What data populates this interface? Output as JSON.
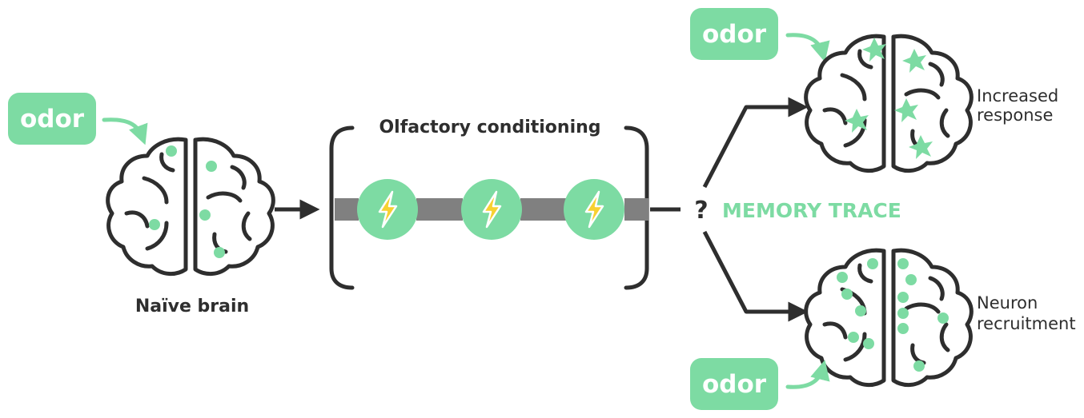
{
  "labels": {
    "odor_left": "odor",
    "odor_top": "odor",
    "odor_bottom": "odor",
    "naive_brain": "Naïve brain",
    "conditioning_title": "Olfactory conditioning",
    "question_mark": "?",
    "memory_trace": "MEMORY TRACE",
    "outcome_top_line1": "Increased",
    "outcome_top_line2": "response",
    "outcome_bottom_line1": "Neuron",
    "outcome_bottom_line2": "recruitment"
  },
  "icons": {
    "shock": "lightning-bolt-icon",
    "brain": "brain-icon",
    "active_neuron": "star-icon",
    "neuron": "dot-icon"
  },
  "colors": {
    "accent_green": "#7ddba3",
    "outline": "#2e2e2e",
    "bar_gray": "#808080",
    "bolt_yellow": "#f7d131"
  }
}
